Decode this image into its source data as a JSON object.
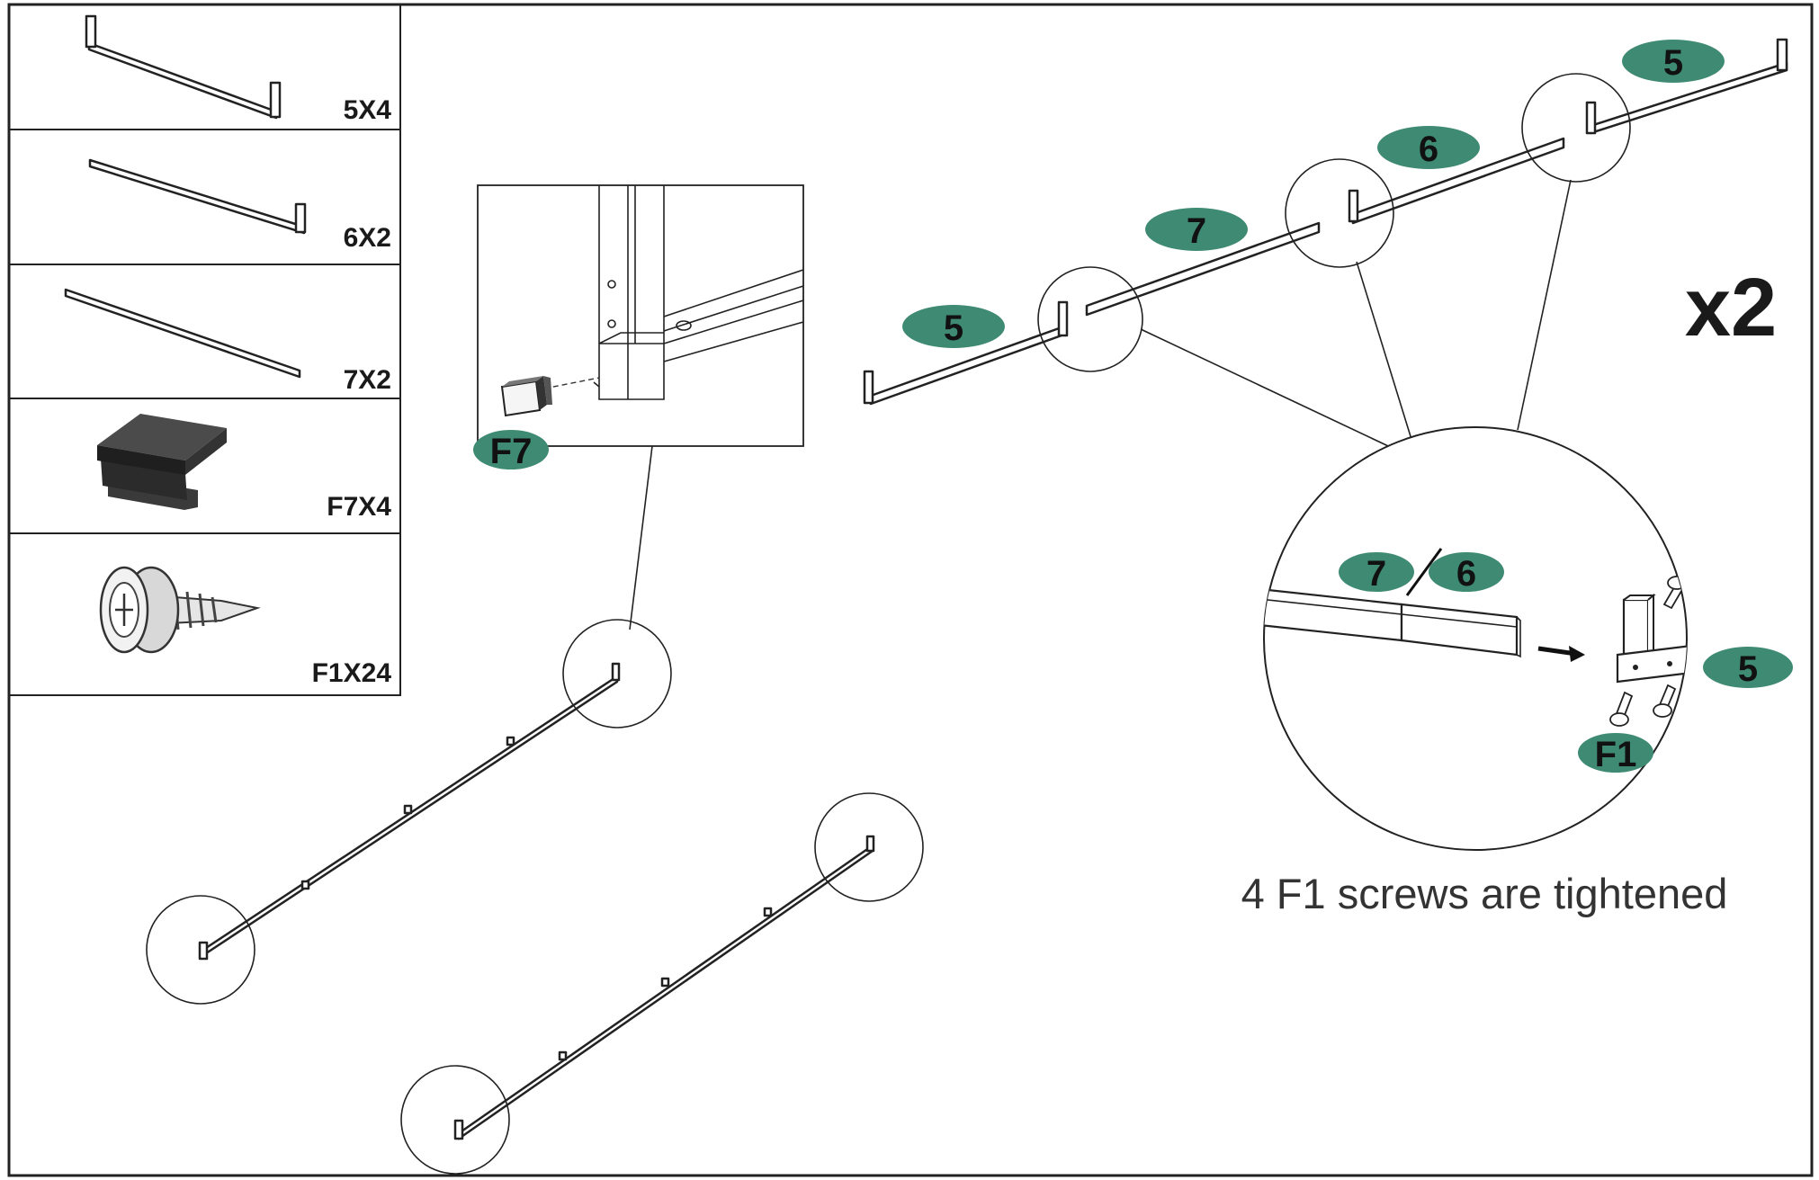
{
  "colors": {
    "badge": "#3e8a72",
    "ink": "#1a1a1a",
    "caption": "#333333"
  },
  "parts": [
    {
      "id": "part-5",
      "label": "5X4",
      "icon": "u-rail-icon"
    },
    {
      "id": "part-6",
      "label": "6X2",
      "icon": "l-rail-icon"
    },
    {
      "id": "part-7",
      "label": "7X2",
      "icon": "straight-rail-icon"
    },
    {
      "id": "part-f7",
      "label": "F7X4",
      "icon": "end-cap-icon"
    },
    {
      "id": "part-f1",
      "label": "F1X24",
      "icon": "self-drilling-screw-icon"
    }
  ],
  "callouts": {
    "end_cap": "F7",
    "rail_a": "5",
    "rail_b": "7",
    "rail_c": "6",
    "rail_d": "5",
    "detail_left": "7",
    "detail_right": "6",
    "detail_post": "5",
    "detail_screw": "F1"
  },
  "multiplier": "x2",
  "caption": "4 F1 screws are tightened"
}
